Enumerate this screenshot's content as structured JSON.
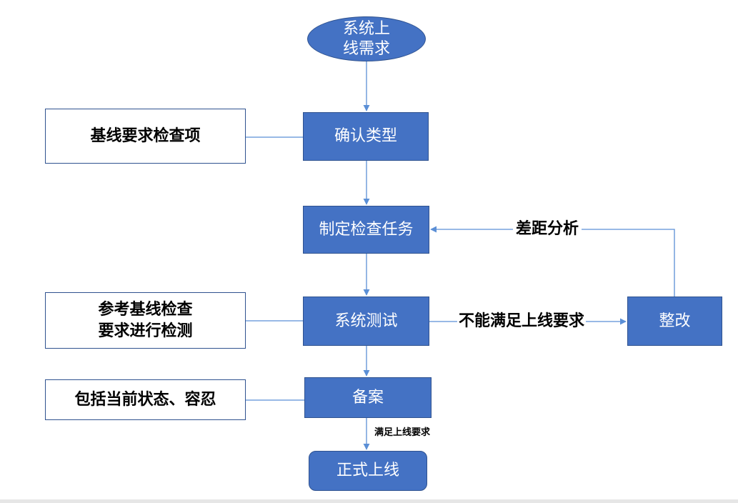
{
  "nodes": {
    "start": [
      "系统上",
      "线需求"
    ],
    "confirm_type": "确认类型",
    "make_task": "制定检查任务",
    "system_test": "系统测试",
    "filing": "备案",
    "go_live": "正式上线",
    "rectify": "整改"
  },
  "notes": {
    "baseline_items": "基线要求检查项",
    "test_ref": [
      "参考基线检查",
      "要求进行检测"
    ],
    "filing_scope": "包括当前状态、容忍"
  },
  "edge_labels": {
    "not_meet": "不能满足上线要求",
    "gap_analysis": "差距分析",
    "meet": "满足上线要求"
  },
  "colors": {
    "node_fill": "#4472c4",
    "node_border": "#2f528f",
    "connector": "#5b8fd6"
  }
}
